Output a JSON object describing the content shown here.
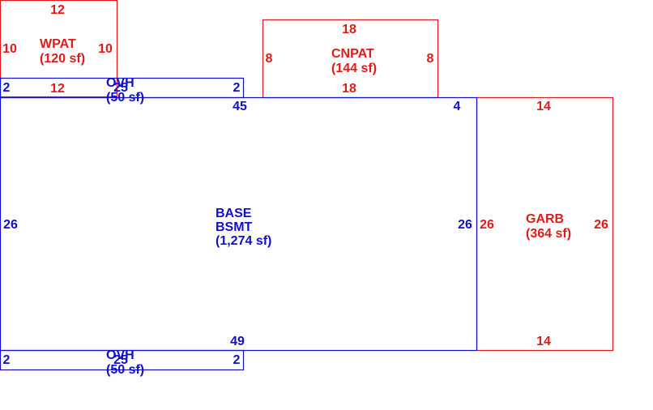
{
  "colors": {
    "red": "#e01b1b",
    "blue": "#1010c8"
  },
  "areas": {
    "wpat": {
      "code": "WPAT",
      "area": "(120 sf)",
      "dims": {
        "top": "12",
        "left": "10",
        "right": "10",
        "bottom": "12"
      }
    },
    "cnpat": {
      "code": "CNPAT",
      "area": "(144 sf)",
      "dims": {
        "top": "18",
        "left": "8",
        "right": "8",
        "bottom": "18"
      }
    },
    "ovh_top": {
      "code": "OVH",
      "area": "(50 sf)",
      "dims": {
        "left": "2",
        "right": "2",
        "top": "25"
      }
    },
    "base": {
      "code": "BASE",
      "code2": "BSMT",
      "area": "(1,274 sf)",
      "dims": {
        "top": "45",
        "top_right": "4",
        "left": "26",
        "right": "26",
        "bottom": "49"
      }
    },
    "garb": {
      "code": "GARB",
      "area": "(364 sf)",
      "dims": {
        "top": "14",
        "left": "26",
        "right": "26",
        "bottom": "14"
      }
    },
    "ovh_bottom": {
      "code": "OVH",
      "area": "(50 sf)",
      "dims": {
        "left": "2",
        "right": "2",
        "top": "25"
      }
    }
  }
}
